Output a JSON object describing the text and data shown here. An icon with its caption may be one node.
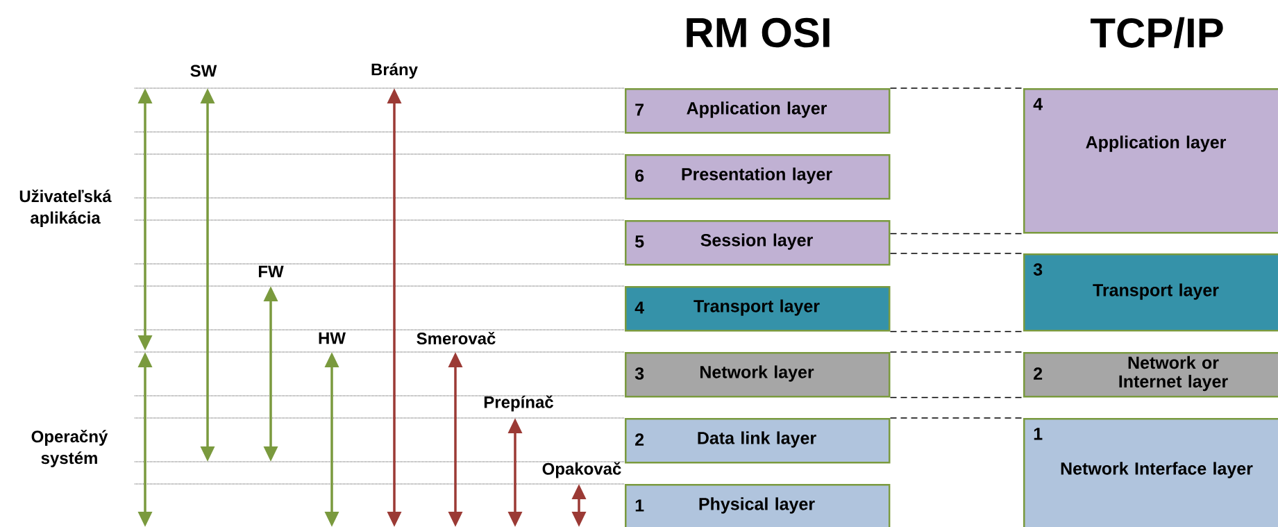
{
  "diagram": {
    "nodes": [
      {
        "text": [
          "7",
          "Application layer"
        ]
      },
      {
        "text": [
          "6",
          "Presentation layer"
        ]
      },
      {
        "text": [
          "5",
          "Session layer"
        ]
      },
      {
        "text": [
          "4",
          "Transport layer"
        ]
      },
      {
        "text": [
          "3",
          "Network layer"
        ]
      },
      {
        "text": [
          "2",
          "Data link layer"
        ]
      },
      {
        "text": [
          "1",
          "Physical layer"
        ]
      },
      {
        "text": [
          "4",
          "Application layer"
        ]
      },
      {
        "text": [
          "3",
          "Transport layer"
        ]
      },
      {
        "text": [
          "2",
          "Network or Internet layer"
        ]
      },
      {
        "text": [
          "1",
          "Network Interface layer"
        ]
      }
    ],
    "edges": [
      {
        "from": 0,
        "to": 7,
        "arrow": "none",
        "style": "dashed"
      },
      {
        "from": 2,
        "to": 7,
        "arrow": "none",
        "style": "dashed"
      },
      {
        "from": 2,
        "to": 8,
        "arrow": "none",
        "style": "dashed"
      },
      {
        "from": 3,
        "to": 8,
        "arrow": "none",
        "style": "dashed"
      },
      {
        "from": 4,
        "to": 9,
        "arrow": "none",
        "style": "dashed"
      },
      {
        "from": 4,
        "to": 9,
        "arrow": "none",
        "style": "dashed"
      },
      {
        "from": 5,
        "to": 10,
        "arrow": "none",
        "style": "dashed"
      }
    ],
    "labels": [
      "RM OSI",
      "TCP/IP",
      "SW",
      "Brány",
      "Uživateľská aplikácia",
      "FW",
      "HW",
      "Smerovač",
      "Prepínač",
      "Opakovač",
      "Operačný systém"
    ]
  }
}
